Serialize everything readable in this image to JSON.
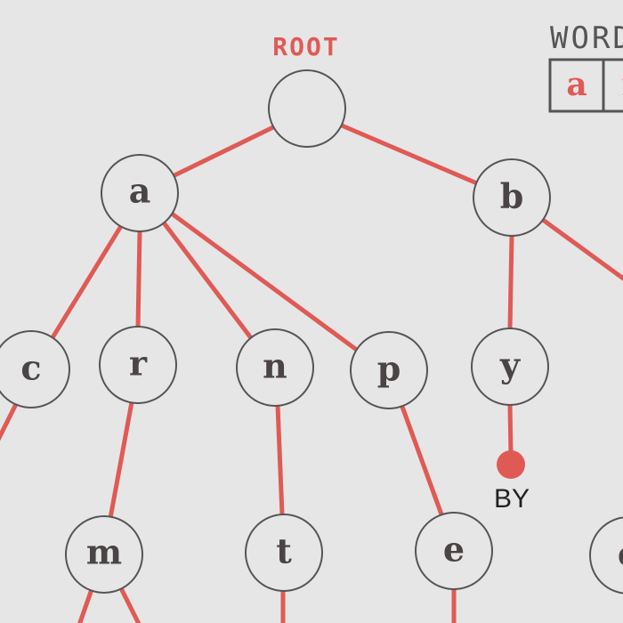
{
  "root_label": "ROOT",
  "word_box": {
    "label": "WORD",
    "letters": [
      "a",
      "r"
    ]
  },
  "nodes": {
    "root": "",
    "a": "a",
    "b": "b",
    "c": "c",
    "r": "r",
    "n": "n",
    "p": "p",
    "y": "y",
    "m": "m",
    "t": "t",
    "e": "e",
    "partial_right": "e"
  },
  "leaf": {
    "label": "BY"
  },
  "colors": {
    "accent": "#e05a55",
    "node_stroke": "#555555",
    "background": "#e6e6e6"
  }
}
